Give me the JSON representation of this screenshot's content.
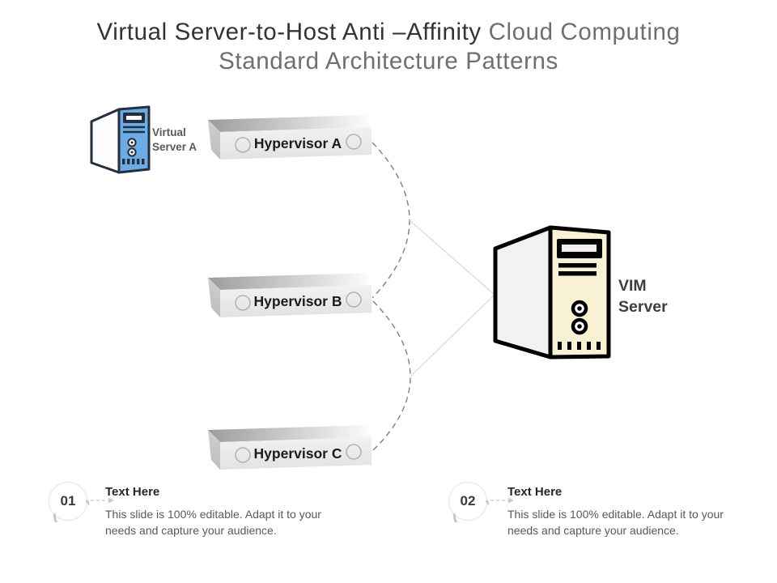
{
  "title": {
    "line1_dark": "Virtual Server-to-Host Anti –Affinity",
    "line1_gray": "Cloud Computing",
    "line2": "Standard Architecture Patterns"
  },
  "diagram": {
    "virtual_server": {
      "label": "Virtual Server A"
    },
    "hypervisors": [
      {
        "label": "Hypervisor A"
      },
      {
        "label": "Hypervisor B"
      },
      {
        "label": "Hypervisor C"
      }
    ],
    "vim_server": {
      "label": "VIM Server"
    }
  },
  "footer": {
    "items": [
      {
        "number": "01",
        "heading": "Text Here",
        "body": "This slide is 100% editable. Adapt it to your needs and capture your audience."
      },
      {
        "number": "02",
        "heading": "Text Here",
        "body": "This slide is 100% editable. Adapt it to your needs and capture your audience."
      }
    ]
  },
  "colors": {
    "virtual_server_front": "#6dabe7",
    "vim_server_front": "#f9f1d4",
    "connector_dash": "#7f7f7f",
    "connector_solid": "#d9d9d9",
    "title_dark": "#333333",
    "title_gray": "#6f6f6f"
  }
}
